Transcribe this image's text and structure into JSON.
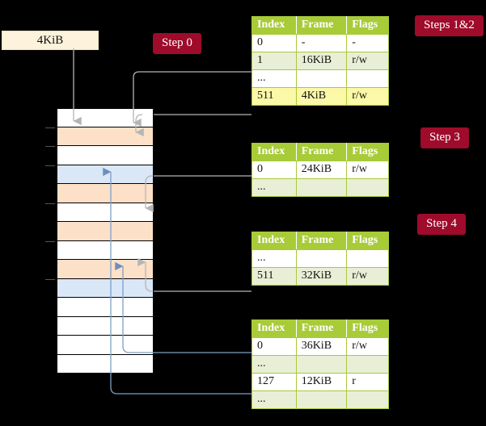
{
  "badges": {
    "steps12": "Steps 1&2",
    "step3": "Step 3",
    "step4": "Step 4",
    "step0": "Step 0"
  },
  "virtual_address": {
    "label": "4KiB"
  },
  "table_headers": {
    "index": "Index",
    "frame": "Frame",
    "flags": "Flags"
  },
  "tables": [
    {
      "name": "pml4-table",
      "rows": [
        {
          "index": "0",
          "frame": "-",
          "flags": "-",
          "style": "plain"
        },
        {
          "index": "1",
          "frame": "16KiB",
          "flags": "r/w",
          "style": "alt"
        },
        {
          "index": "...",
          "frame": "",
          "flags": "",
          "style": "plain"
        },
        {
          "index": "511",
          "frame": "4KiB",
          "flags": "r/w",
          "style": "hl"
        }
      ]
    },
    {
      "name": "pdpt-table",
      "rows": [
        {
          "index": "0",
          "frame": "24KiB",
          "flags": "r/w",
          "style": "plain"
        },
        {
          "index": "...",
          "frame": "",
          "flags": "",
          "style": "alt"
        }
      ]
    },
    {
      "name": "pd-table",
      "rows": [
        {
          "index": "...",
          "frame": "",
          "flags": "",
          "style": "plain"
        },
        {
          "index": "511",
          "frame": "32KiB",
          "flags": "r/w",
          "style": "alt"
        }
      ]
    },
    {
      "name": "pt-table",
      "rows": [
        {
          "index": "0",
          "frame": "36KiB",
          "flags": "r/w",
          "style": "plain"
        },
        {
          "index": "...",
          "frame": "",
          "flags": "",
          "style": "alt"
        },
        {
          "index": "127",
          "frame": "12KiB",
          "flags": "r",
          "style": "plain"
        },
        {
          "index": "...",
          "frame": "",
          "flags": "",
          "style": "alt"
        }
      ]
    }
  ],
  "memory_column": {
    "rows": [
      {
        "fill": "white"
      },
      {
        "fill": "peach"
      },
      {
        "fill": "white"
      },
      {
        "fill": "blue"
      },
      {
        "fill": "peach"
      },
      {
        "fill": "white"
      },
      {
        "fill": "peach"
      },
      {
        "fill": "white"
      },
      {
        "fill": "peach"
      },
      {
        "fill": "blue"
      },
      {
        "fill": "white"
      },
      {
        "fill": "white"
      },
      {
        "fill": "white"
      },
      {
        "fill": "white"
      }
    ]
  },
  "colors": {
    "badge_bg": "#9e0b2b",
    "header_green": "#a8cb38",
    "alt_row": "#e9efd6",
    "highlight_row": "#fbf8a8",
    "peach": "#fde0c8",
    "blue": "#d9e7f7",
    "va_box": "#fdf3dc",
    "wire_gray": "#b5b5b5",
    "wire_blue": "#7e9ec7"
  }
}
